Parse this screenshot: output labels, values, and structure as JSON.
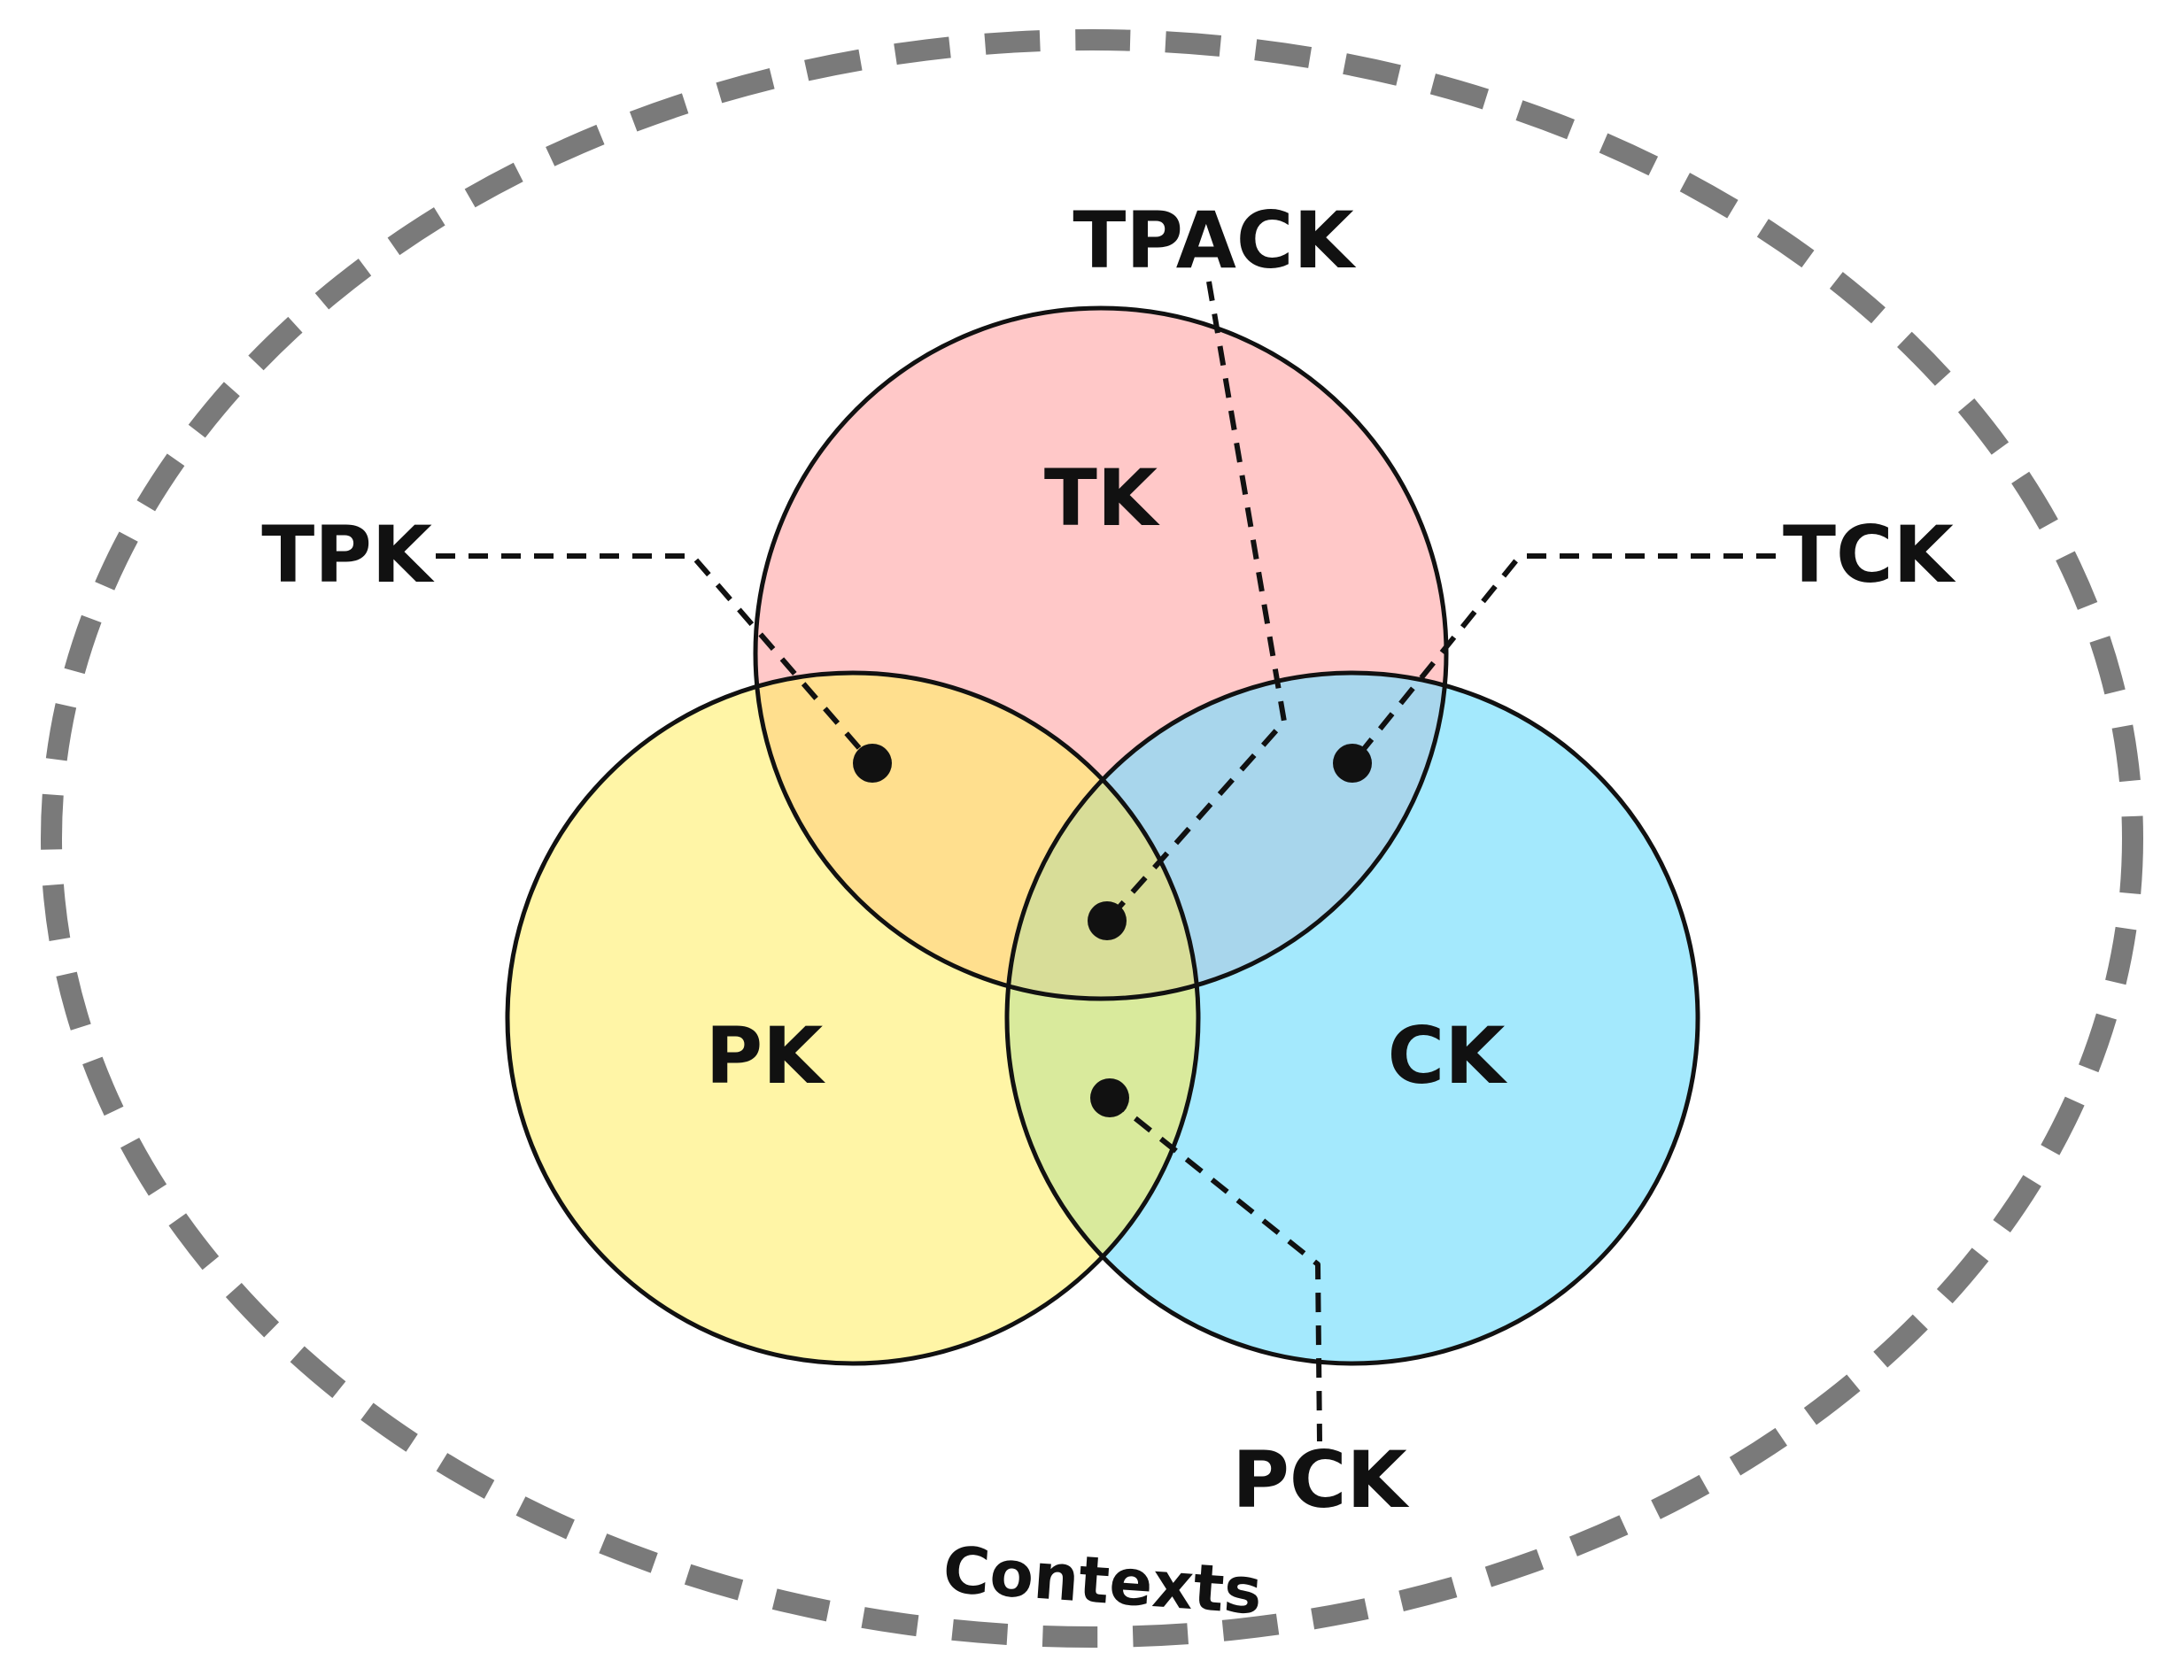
{
  "labels": {
    "tk": "TK",
    "pk": "PK",
    "ck": "CK",
    "tpk": "TPK",
    "tck": "TCK",
    "pck": "PCK",
    "tpack": "TPACK",
    "contexts": "Contexts"
  },
  "colors": {
    "tk_fill": "#ffc8c8",
    "pk_fill": "#fff5a6",
    "ck_fill": "#a4e9fd",
    "tk_pk_overlap": "#ffdf8e",
    "tk_ck_overlap": "#a8d6ec",
    "pk_ck_overlap": "#d9ea9c",
    "center_overlap": "#d8dd98",
    "outline": "#111111",
    "context_border": "#7a7a7a"
  }
}
